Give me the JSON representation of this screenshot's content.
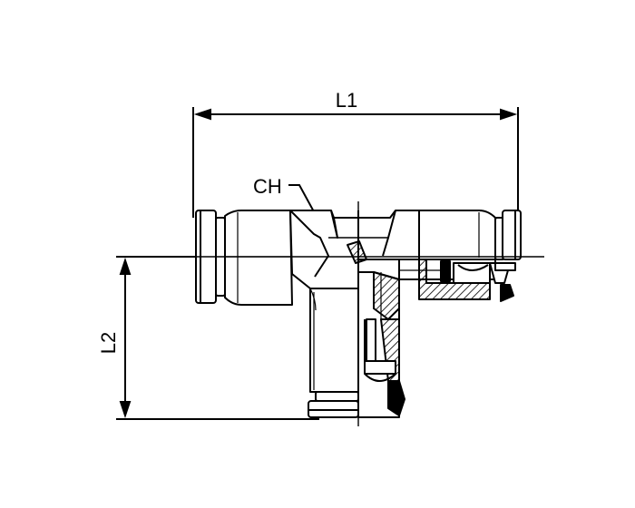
{
  "drawing": {
    "labels": {
      "length_1": "L1",
      "length_2": "L2",
      "hex_size": "CH"
    },
    "colors": {
      "line": "#000000",
      "background": "#ffffff"
    }
  }
}
